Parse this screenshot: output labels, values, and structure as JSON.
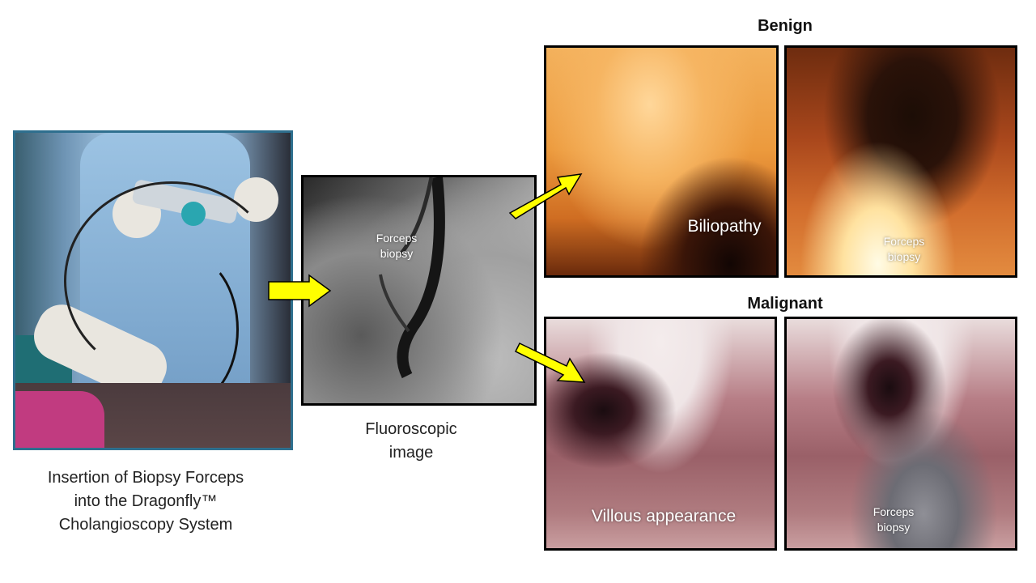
{
  "headings": {
    "benign": "Benign",
    "malignant": "Malignant"
  },
  "captions": {
    "left_line1": "Insertion of Biopsy Forceps",
    "left_line2": "into the Dragonfly™",
    "left_line3": "Cholangioscopy System",
    "fluoro_line1": "Fluoroscopic",
    "fluoro_line2": "image"
  },
  "overlays": {
    "fluoro_line1": "Forceps",
    "fluoro_line2": "biopsy",
    "biliopathy": "Biliopathy",
    "benign_forceps_line1": "Forceps",
    "benign_forceps_line2": "biopsy",
    "villous": "Villous appearance",
    "malig_forceps_line1": "Forceps",
    "malig_forceps_line2": "biopsy"
  },
  "colors": {
    "arrow_fill": "#ffff00",
    "arrow_stroke": "#000000",
    "photo_border": "#2e6f8e",
    "panel_border": "#000000"
  }
}
